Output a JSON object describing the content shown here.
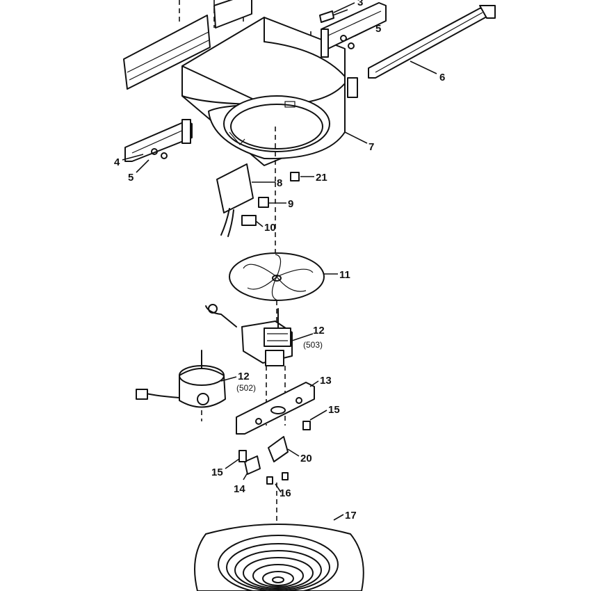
{
  "callouts": {
    "c3": "3",
    "c4": "4",
    "c5_top": "5",
    "c5_left": "5",
    "c6": "6",
    "c7": "7",
    "c8": "8",
    "c9": "9",
    "c10": "10",
    "c11": "11",
    "c12_a": "12",
    "c12_a_sub": "(503)",
    "c12_b": "12",
    "c12_b_sub": "(502)",
    "c13": "13",
    "c14": "14",
    "c15_right": "15",
    "c15_left": "15",
    "c16": "16",
    "c17": "17",
    "c20": "20",
    "c21": "21"
  }
}
